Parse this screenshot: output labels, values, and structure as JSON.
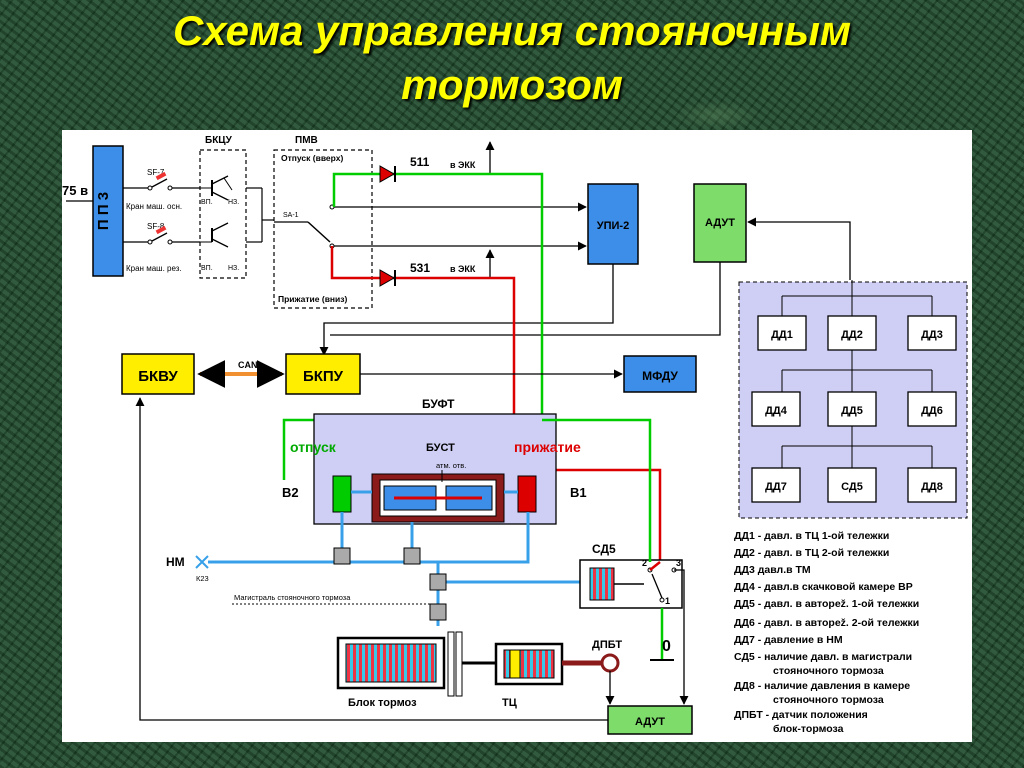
{
  "title": {
    "line1": "Схема управления стояночным",
    "line2": "тормозом"
  },
  "colors": {
    "title": "#ffff00",
    "blue_block": "#3d8ee8",
    "green_block": "#7ddc6a",
    "green_wire": "#00cc00",
    "red_wire": "#dd0000",
    "dd_area": "#cfcff5"
  },
  "diagram": {
    "voltage": "75 в",
    "pp3": "П П 3",
    "sf7": "SF-7",
    "sf8": "SF-8",
    "kran_osn": "Кран маш. осн.",
    "kran_rez": "Кран маш. рез.",
    "bkcu": "БКЦУ",
    "vp1": "ВП.",
    "nz1": "НЗ.",
    "vp2": "ВП.",
    "nz2": "НЗ.",
    "pmv": "ПМВ",
    "otpusk_up": "Отпуск (вверх)",
    "sa1": "SA-1",
    "prijatie_down": "Прижатие (вниз)",
    "v511": "511",
    "v531": "531",
    "v_ekk1": "в ЭКК",
    "v_ekk2": "в ЭКК",
    "upi2": "УПИ-2",
    "adut_top": "АДУТ",
    "bkvu": "БКВУ",
    "can": "CAN",
    "bkpu": "БКПУ",
    "mfdu": "МФДУ",
    "buft": "БУФТ",
    "otpusk": "отпуск",
    "bust": "БУСТ",
    "prijatie": "прижатие",
    "atm": "атм. отв.",
    "b2": "В2",
    "b1": "В1",
    "nm": "НМ",
    "k23": "К23",
    "magistral": "Магистраль стояночного тормоза",
    "sd5": "СД5",
    "c1": "1",
    "c2": "2",
    "c3": "3",
    "zero": "0",
    "dpbt": "ДПБТ",
    "blok_tormoz": "Блок тормоз",
    "tc": "ТЦ",
    "adut_bottom": "АДУТ",
    "dd1": "ДД1",
    "dd2": "ДД2",
    "dd3": "ДД3",
    "dd4": "ДД4",
    "dd5": "ДД5",
    "dd6": "ДД6",
    "dd7": "ДД7",
    "sd5_box": "СД5",
    "dd8": "ДД8"
  },
  "legend": [
    "ДД1 - давл. в ТЦ 1-ой тележки",
    "ДД2 - давл. в ТЦ 2-ой тележки",
    "ДД3 давл.в ТМ",
    "ДД4 - давл.в скачковой камере ВР",
    "ДД5 - давл. в авторež. 1-ой тележки",
    "ДД6 - давл. в авторež. 2-ой тележки",
    "ДД7 - давление в НМ",
    "СД5 - наличие давл. в магистрали",
    "стояночного тормоза",
    "ДД8 - наличие давления в камере",
    "стояночного тормоза",
    "ДПБТ - датчик положения",
    "блок-тормоза"
  ]
}
